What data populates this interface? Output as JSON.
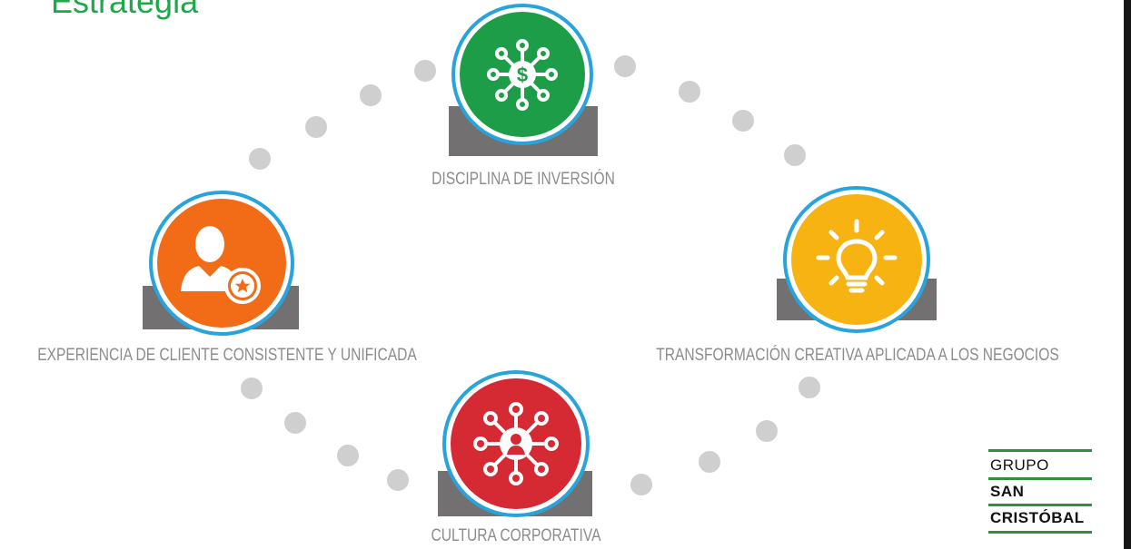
{
  "title": "Estrategia",
  "nodes": {
    "inversion": {
      "label": "DISCIPLINA DE INVERSIÓN",
      "color": "#1e9d49",
      "icon": "dollar-network-icon"
    },
    "cliente": {
      "label": "EXPERIENCIA DE CLIENTE CONSISTENTE Y UNIFICADA",
      "color": "#f26b17",
      "icon": "user-star-icon"
    },
    "transformacion": {
      "label": "TRANSFORMACIÓN CREATIVA APLICADA A LOS NEGOCIOS",
      "color": "#f6b312",
      "icon": "lightbulb-icon"
    },
    "cultura": {
      "label": "CULTURA CORPORATIVA",
      "color": "#d52a33",
      "icon": "people-network-icon"
    }
  },
  "colors": {
    "ring": "#29a3dc",
    "dot": "#cfcfcf",
    "shadow": "#727070",
    "title": "#1fa84a",
    "logo_line": "#2f8f3c"
  },
  "logo": {
    "line1": "GRUPO",
    "line2": "SAN",
    "line3": "CRISTÓBAL"
  }
}
